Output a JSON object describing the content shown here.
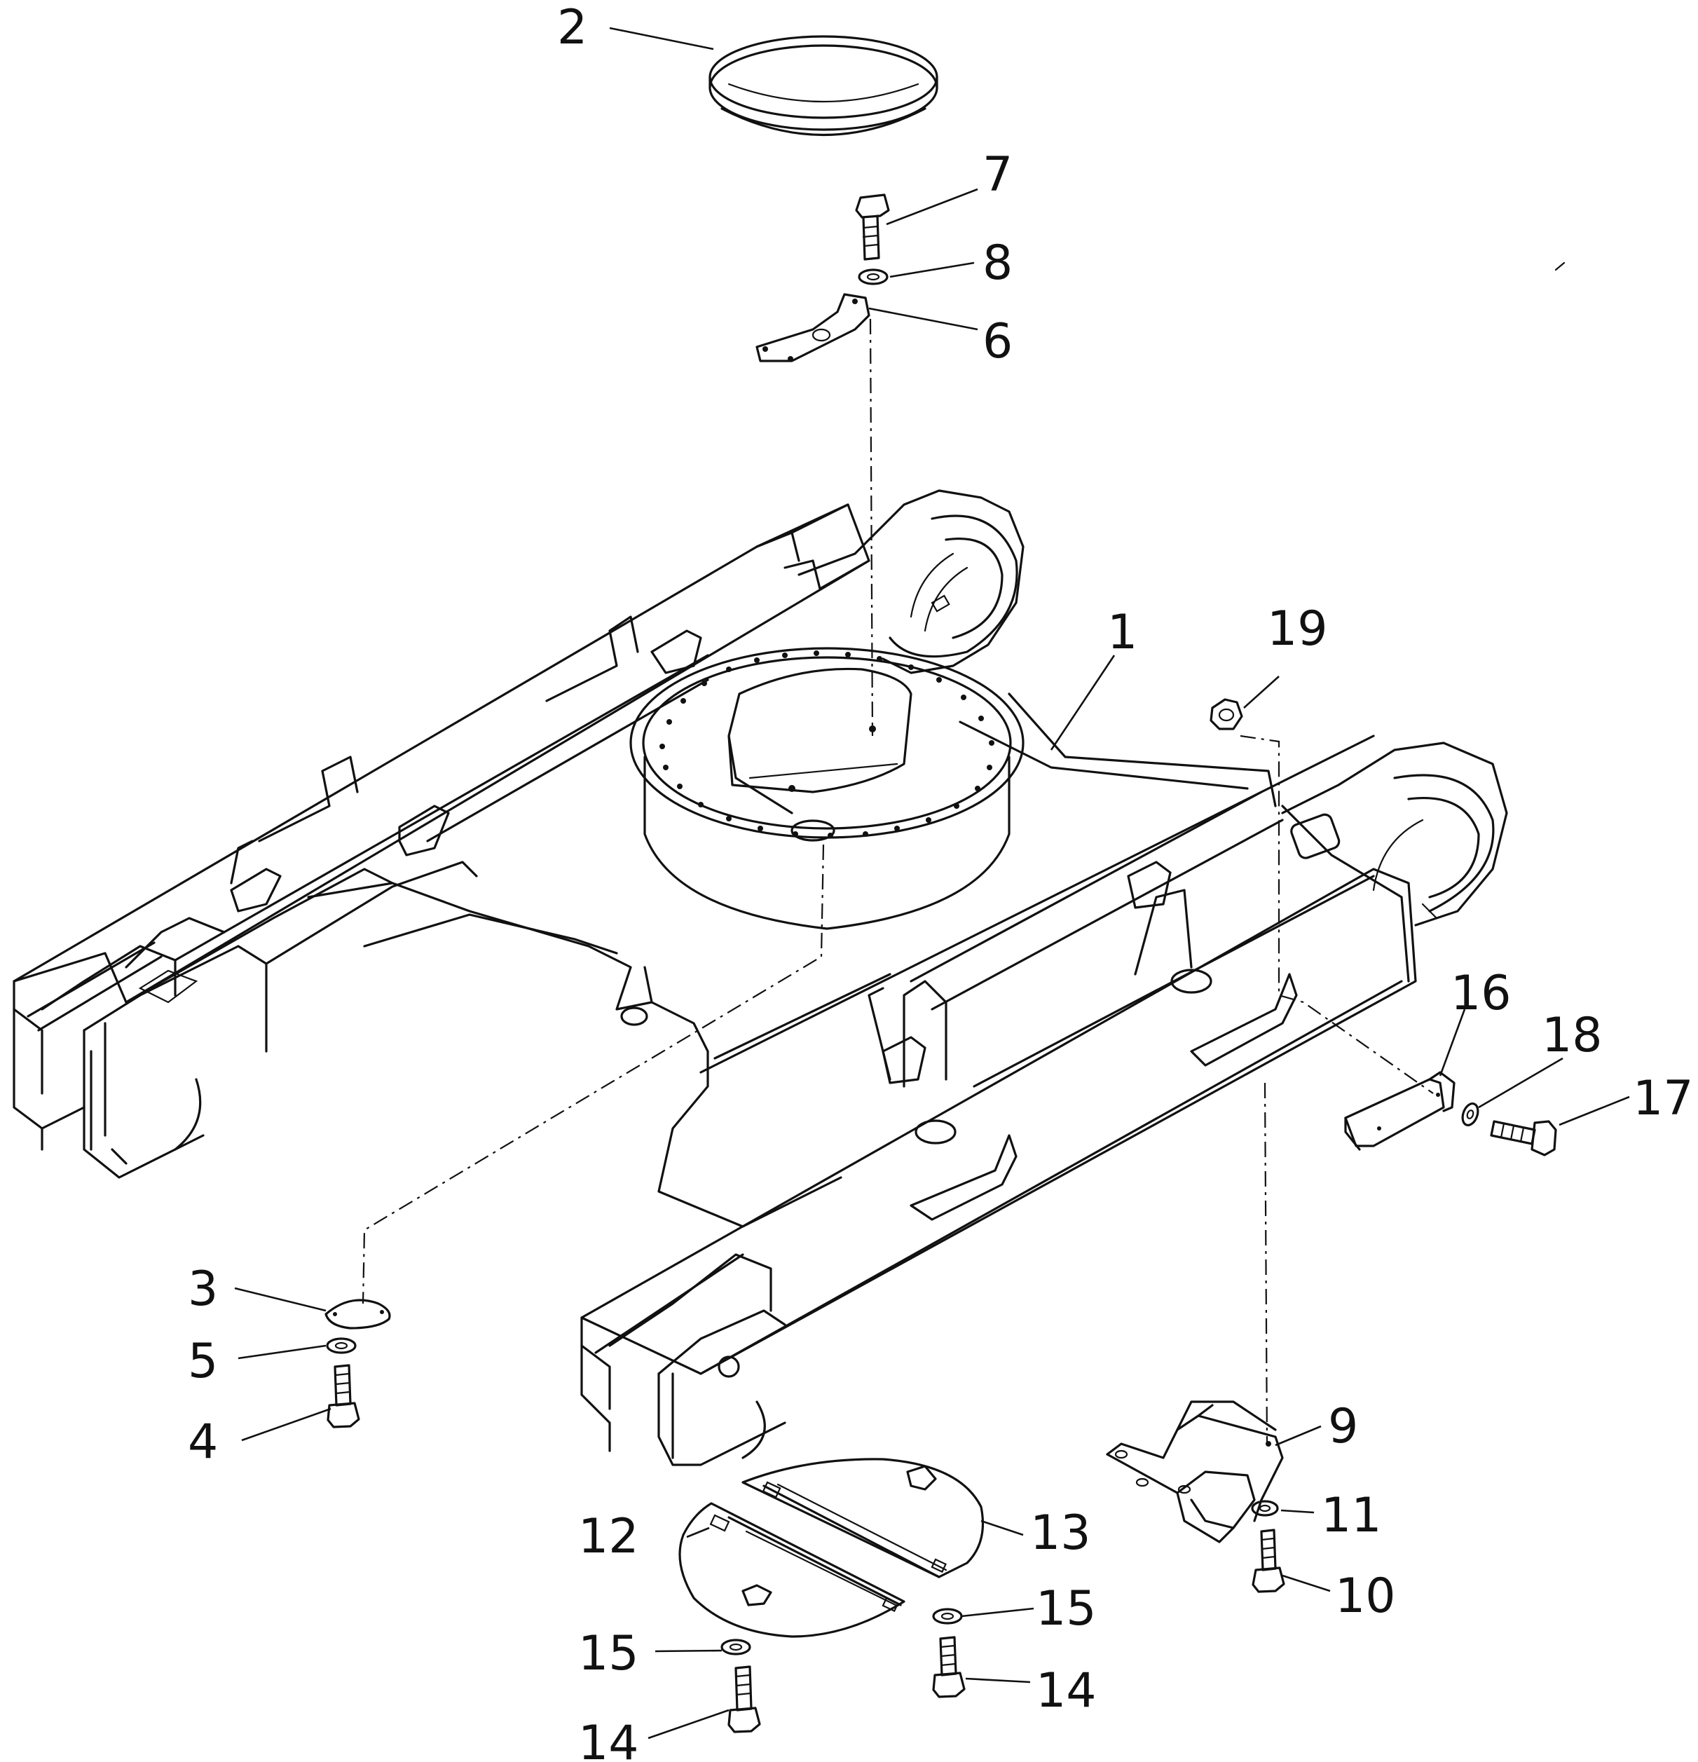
{
  "callouts": [
    {
      "id": "c1",
      "text": "1"
    },
    {
      "id": "c2",
      "text": "2"
    },
    {
      "id": "c3",
      "text": "3"
    },
    {
      "id": "c4",
      "text": "4"
    },
    {
      "id": "c5",
      "text": "5"
    },
    {
      "id": "c6",
      "text": "6"
    },
    {
      "id": "c7",
      "text": "7"
    },
    {
      "id": "c8",
      "text": "8"
    },
    {
      "id": "c9",
      "text": "9"
    },
    {
      "id": "c10",
      "text": "10"
    },
    {
      "id": "c11",
      "text": "11"
    },
    {
      "id": "c12",
      "text": "12"
    },
    {
      "id": "c13",
      "text": "13"
    },
    {
      "id": "c14a",
      "text": "14"
    },
    {
      "id": "c14b",
      "text": "14"
    },
    {
      "id": "c15a",
      "text": "15"
    },
    {
      "id": "c15b",
      "text": "15"
    },
    {
      "id": "c16",
      "text": "16"
    },
    {
      "id": "c17",
      "text": "17"
    },
    {
      "id": "c18",
      "text": "18"
    },
    {
      "id": "c19",
      "text": "19"
    }
  ]
}
